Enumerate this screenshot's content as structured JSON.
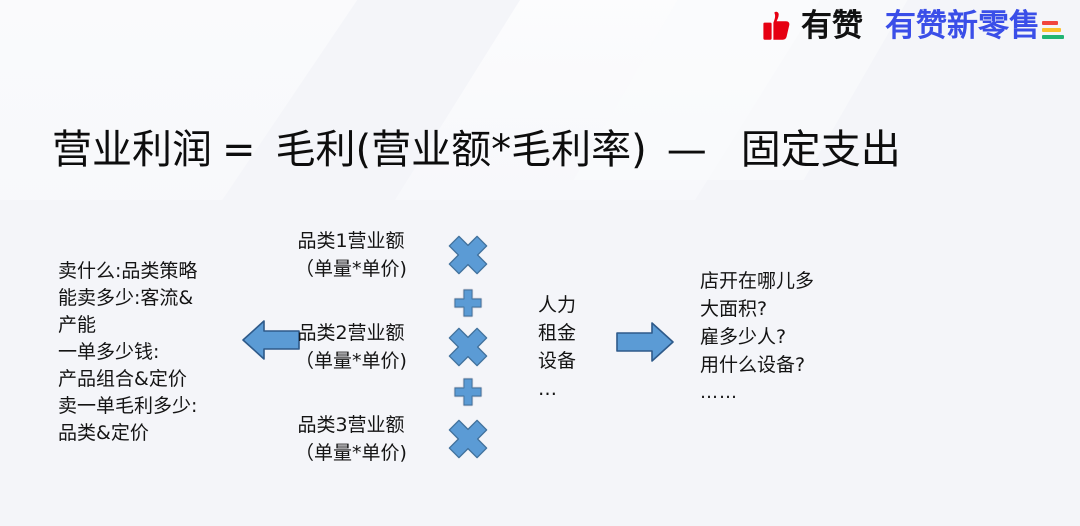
{
  "logo": {
    "thumb_icon": "thumbs-up-icon",
    "brand_name": "有赞",
    "product_name": "有赞新零售",
    "bar_colors": [
      "#f1453d",
      "#fbc02d",
      "#21b573"
    ],
    "brand_color": "#111111",
    "product_color": "#3a4ee8",
    "thumb_color": "#e60012"
  },
  "formula": {
    "term_profit": "营业利润",
    "equals": "=",
    "term_gross": "毛利(营业额*毛利率)",
    "minus": "—",
    "term_fixed": "固定支出"
  },
  "left_block": {
    "lines": [
      "卖什么:品类策略",
      "能卖多少:客流&",
      "产能",
      "一单多少钱:",
      "产品组合&定价",
      "卖一单毛利多少:",
      "品类&定价"
    ]
  },
  "arrow_left": {
    "direction": "left",
    "fill": "#5b9bd5",
    "stroke": "#2e5a8a"
  },
  "categories": [
    {
      "title": "品类1营业额",
      "detail": "（单量*单价)",
      "operator": "multiply"
    },
    {
      "title": "品类2营业额",
      "detail": "（单量*单价)",
      "operator": "multiply"
    },
    {
      "title": "品类3营业额",
      "detail": "（单量*单价)",
      "operator": "multiply"
    }
  ],
  "operators": {
    "multiply_icon": "multiply-x-icon",
    "plus_icon": "plus-icon",
    "fill": "#5b9bd5",
    "stroke": "#41719c",
    "plus_outer_stroke": "#c9ccd6"
  },
  "fixed_cost_block": {
    "lines": [
      "人力",
      "租金",
      "设备"
    ],
    "ellipsis": "…"
  },
  "arrow_right": {
    "direction": "right",
    "fill": "#5b9bd5",
    "stroke": "#2e5a8a"
  },
  "right_block": {
    "lines": [
      "店开在哪儿多",
      "大面积?",
      "雇多少人?",
      "用什么设备?"
    ],
    "ellipsis": "……"
  },
  "background": {
    "base_color": "#f4f5f9",
    "band_color": "#fbfbfd"
  }
}
